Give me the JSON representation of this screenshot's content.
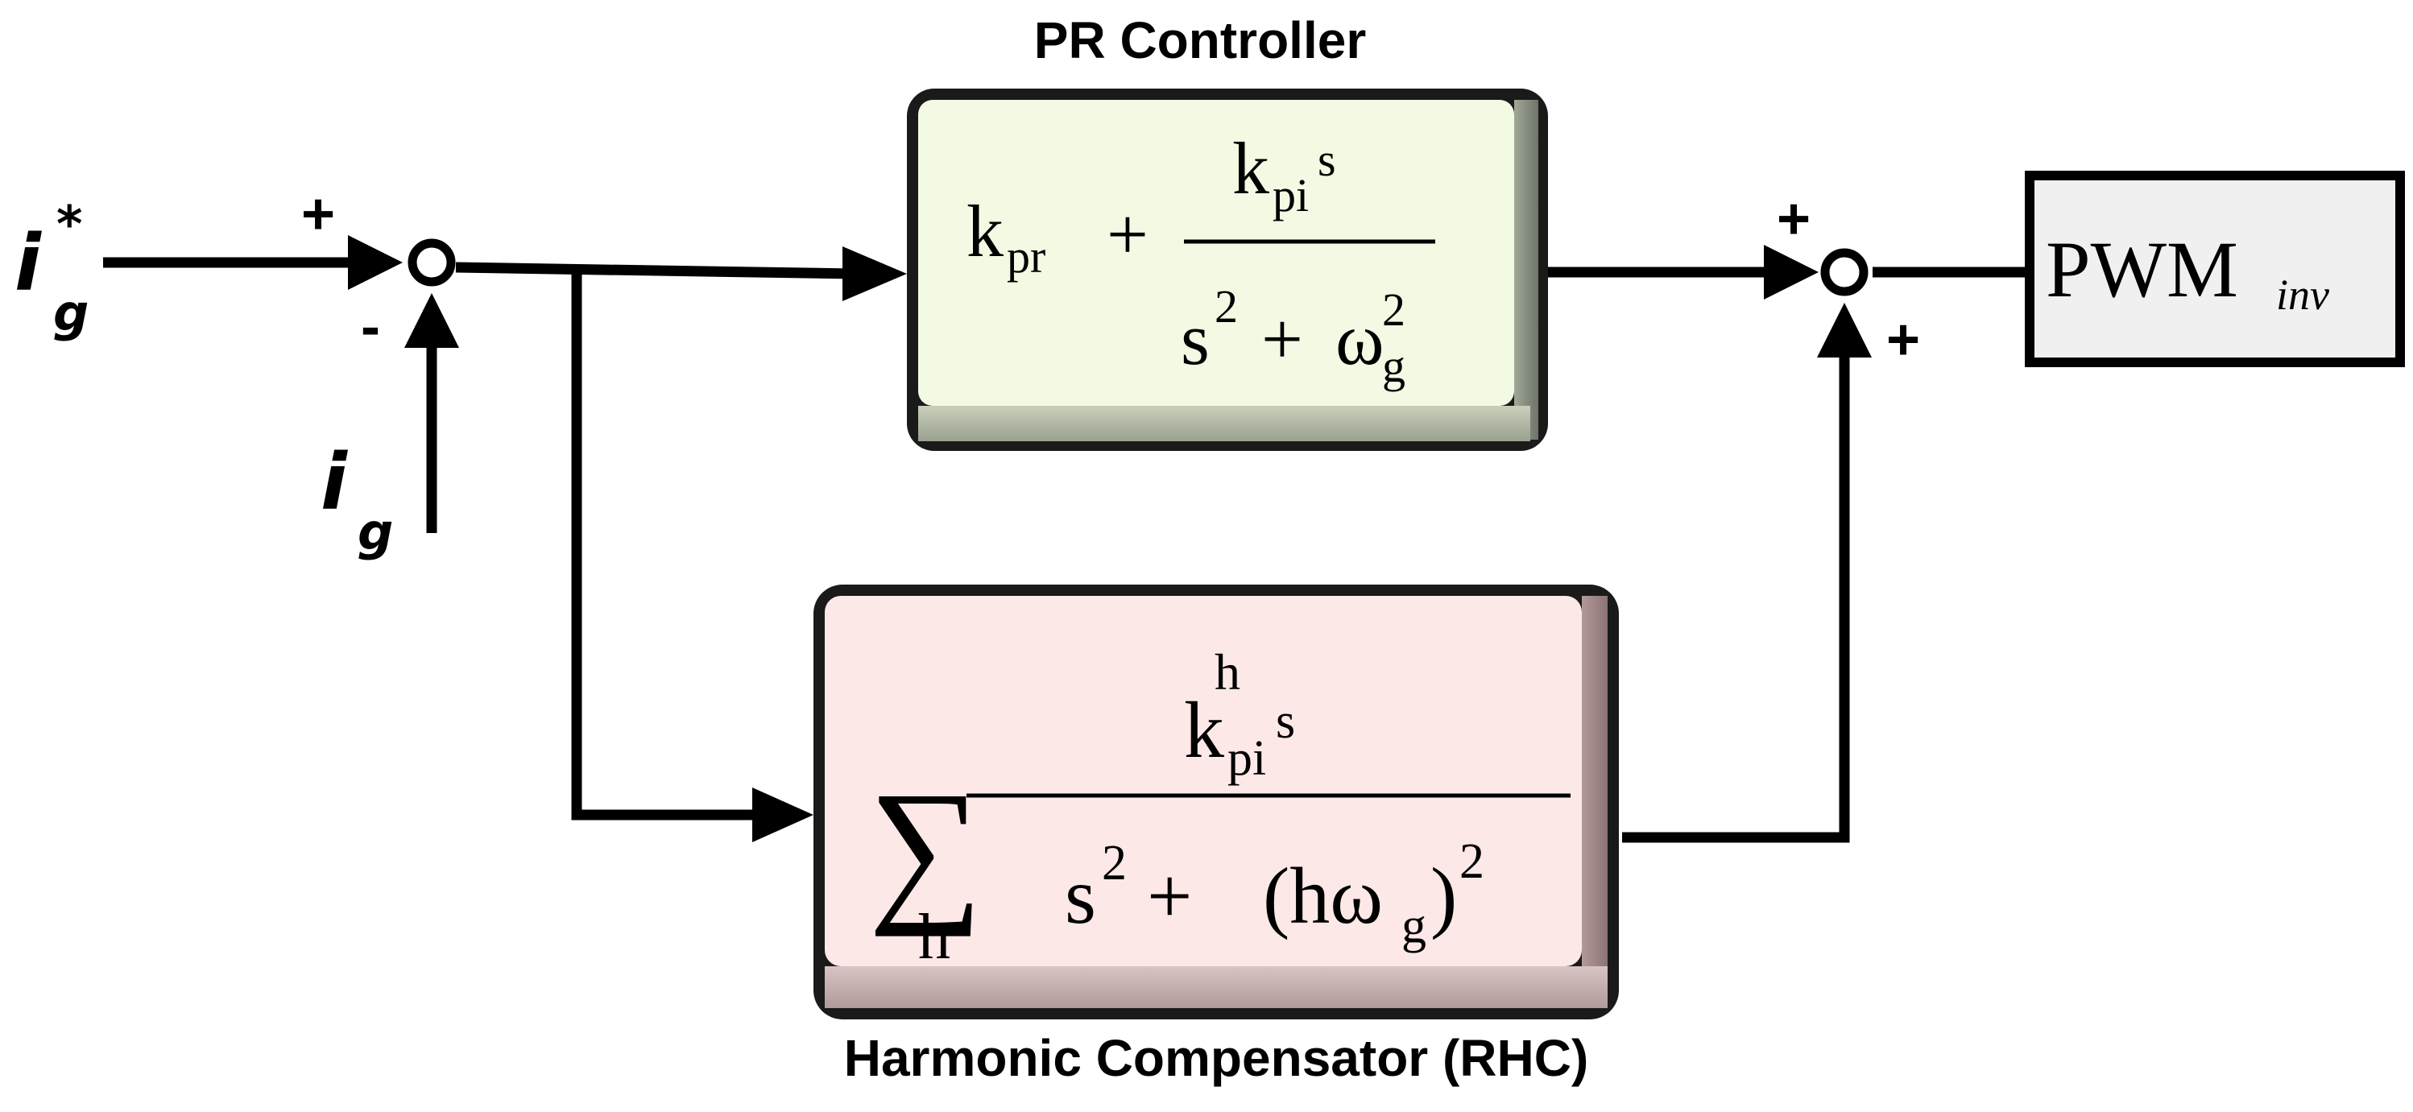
{
  "pr_controller": {
    "caption": "PR Controller",
    "kpr": "k",
    "kpr_sub": "pr",
    "plus": "+",
    "num_k": "k",
    "num_sub": "pi",
    "num_s": "s",
    "den_s": "s",
    "den_exp": "2",
    "den_plus": "+",
    "den_omega": "ω",
    "den_omega_sub": "g",
    "den_omega_exp": "2",
    "fill": "#f2fae4"
  },
  "harmonic_compensator": {
    "caption": "Harmonic Compensator (RHC)",
    "sum_symbol": "∑",
    "sum_index": "h",
    "num_h": "h",
    "num_k": "k",
    "num_sub": "pi",
    "num_s": "s",
    "den_s": "s",
    "den_exp": "2",
    "den_plus": "+",
    "den_open": "(hω",
    "den_sub": "g",
    "den_close": ")",
    "den_exp2": "2",
    "fill": "#fde8e8"
  },
  "pwm_block": {
    "label": "PWM",
    "label_sub": "inv",
    "fill": "#f0f0f0"
  },
  "signals": {
    "reference_i": "i",
    "reference_sub": "g",
    "reference_sup": "*",
    "feedback_i": "i",
    "feedback_sub": "g"
  },
  "signs": {
    "sum1_reference": "+",
    "sum1_feedback": "-",
    "sum2_pr": "+",
    "sum2_rhc": "+"
  }
}
